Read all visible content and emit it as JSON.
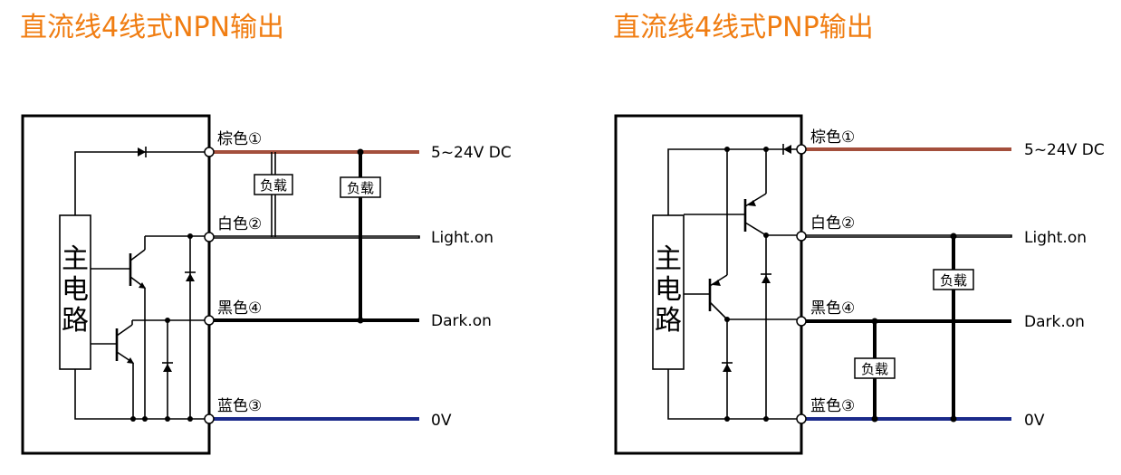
{
  "npn": {
    "title": "直流线4线式NPN输出",
    "main_circuit": [
      "主",
      "电",
      "路"
    ],
    "wires": {
      "brown": "棕色①",
      "white": "白色②",
      "black": "黑色④",
      "blue": "蓝色③"
    },
    "outputs": {
      "supply": "5~24V DC",
      "light_on": "Light.on",
      "dark_on": "Dark.on",
      "zero_v": "0V"
    },
    "load_label": "负载"
  },
  "pnp": {
    "title": "直流线4线式PNP输出",
    "main_circuit": [
      "主",
      "电",
      "路"
    ],
    "wires": {
      "brown": "棕色①",
      "white": "白色②",
      "black": "黑色④",
      "blue": "蓝色③"
    },
    "outputs": {
      "supply": "5~24V DC",
      "light_on": "Light.on",
      "dark_on": "Dark.on",
      "zero_v": "0V"
    },
    "load_label": "负载"
  },
  "colors": {
    "title": "#f07d12",
    "brown_wire": "#a44f3c",
    "blue_wire": "#1b2a8a"
  }
}
